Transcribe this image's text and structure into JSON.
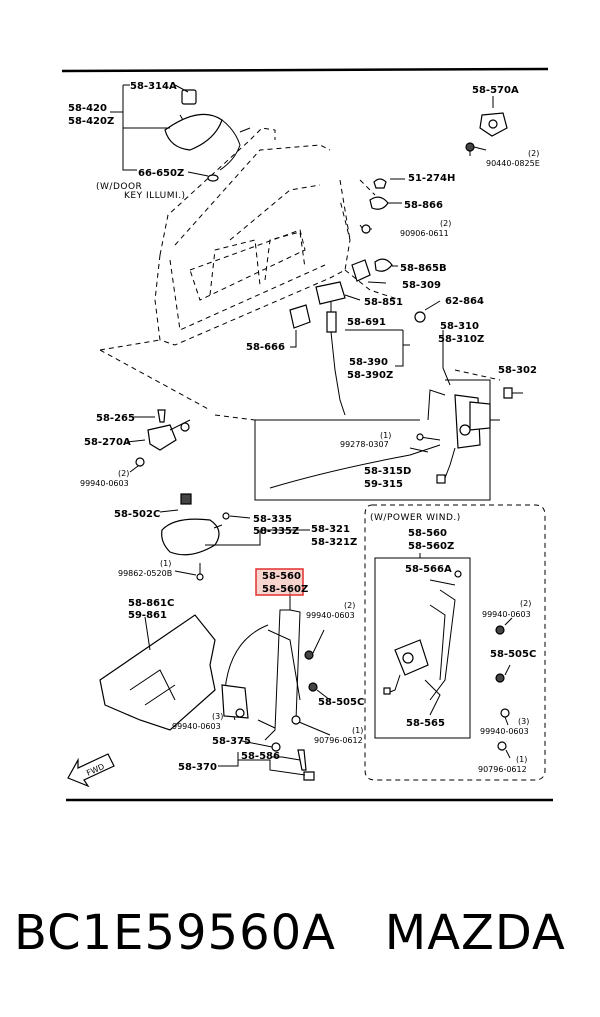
{
  "colors": {
    "highlight_border": "#e0302f",
    "highlight_fill": "#f3b0a8",
    "ink": "#000000"
  },
  "labels": {
    "l58314a": "58-314A",
    "l58420": "58-420",
    "l58420z": "58-420Z",
    "l66650z": "66-650Z",
    "note_door": "(W/DOOR",
    "note_key": "KEY ILLUMI.)",
    "l58570a": "58-570A",
    "n2a": "(2)",
    "l904400825e": "90440-0825E",
    "l51274h": "51-274H",
    "l58866": "58-866",
    "n2b": "(2)",
    "l909060611": "90906-0611",
    "l58865b": "58-865B",
    "l58309": "58-309",
    "l58851": "58-851",
    "l62864": "62-864",
    "l58691": "58-691",
    "l58666": "58-666",
    "l58390": "58-390",
    "l58390z": "58-390Z",
    "l58310": "58-310",
    "l58310z": "58-310Z",
    "l58302": "58-302",
    "l58265": "58-265",
    "l58270a": "58-270A",
    "n2c": "(2)",
    "l999400603a": "99940-0603",
    "n1a": "(1)",
    "l992780307": "99278-0307",
    "l58315d": "58-315D",
    "l59315": "59-315",
    "l58502c": "58-502C",
    "l58335": "58-335",
    "l58335z": "58-335Z",
    "l58321": "58-321",
    "l58321z": "58-321Z",
    "note_power": "(W/POWER WIND.)",
    "l58560r": "58-560",
    "l58560zr": "58-560Z",
    "n1b": "(1)",
    "l998620520b": "99862-0520B",
    "l58566a": "58-566A",
    "l58560h": "58-560",
    "l58560zh": "58-560Z",
    "l58861c": "58-861C",
    "l59861": "59-861",
    "n2d": "(2)",
    "l999400603b": "99940-0603",
    "n2e": "(2)",
    "l999400603c": "99940-0603",
    "l58505cr": "58-505C",
    "l58505cl": "58-505C",
    "n3a": "(3)",
    "l999400603d": "99940-0603",
    "l58565": "58-565",
    "n3b": "(3)",
    "l999400603e": "99940-0603",
    "n1c": "(1)",
    "l907960612a": "90796-0612",
    "l58375": "58-375",
    "n1d": "(1)",
    "l907960612b": "90796-0612",
    "l58586": "58-586",
    "l58370": "58-370",
    "fwd": "FWD"
  },
  "footer": {
    "part_number": "BC1E59560A",
    "brand": "MAZDA"
  }
}
